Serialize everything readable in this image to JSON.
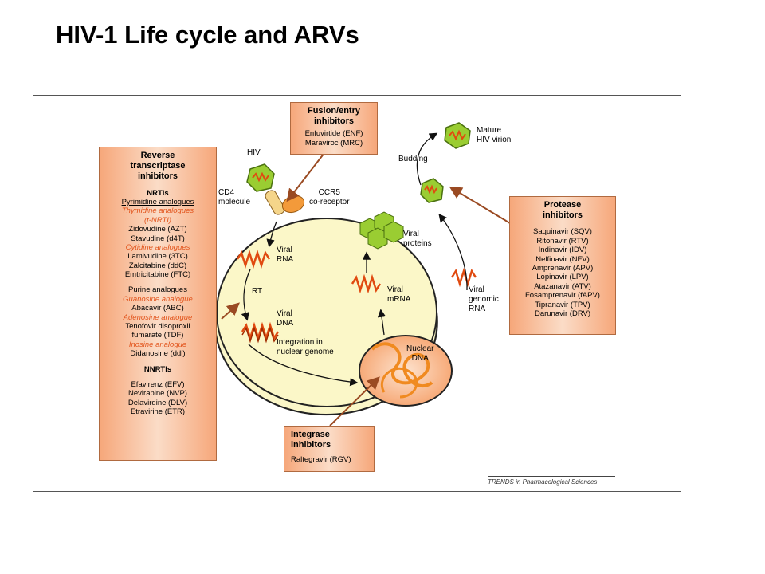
{
  "slide": {
    "title": "HIV-1 Life cycle and ARVs"
  },
  "colors": {
    "box_fill": "#f9c7a5",
    "box_border": "#b06a40",
    "cell_fill": "#fbf7c8",
    "arrow_inhibit": "#9a4a22",
    "drug_class_orange": "#e2541c",
    "virion_green": "#9acd32",
    "rna_orange": "#e04a10"
  },
  "icons": [
    "hiv-virion-icon",
    "cd4-receptor-icon",
    "ccr5-receptor-icon",
    "viral-rna-icon",
    "viral-dna-icon",
    "viral-protein-icon",
    "nucleus-icon",
    "budding-virion-icon",
    "mature-virion-icon"
  ],
  "rti": {
    "title_lines": [
      "Reverse",
      "transcriptase",
      "inhibitors"
    ],
    "nrtis": "NRTIs",
    "pyrimidine": "Pyrimidine analogues",
    "thymidine": "Thymidine analogues",
    "tnrti": "(t-NRTI)",
    "zdv": "Zidovudine (AZT)",
    "d4t": "Stavudine (d4T)",
    "cytidine": "Cytidine analogues",
    "3tc": "Lamivudine (3TC)",
    "ddc": "Zalcitabine (ddC)",
    "ftc": "Emtricitabine (FTC)",
    "purine": "Purine analogues",
    "guanosine": "Guanosine analogue",
    "abc": "Abacavir (ABC)",
    "adenosine": "Adenosine analogue",
    "tdf1": "Tenofovir disoproxil",
    "tdf2": "fumarate (TDF)",
    "inosine": "Inosine analogue",
    "ddi": "Didanosine (ddl)",
    "nnrtis": "NNRTIs",
    "efv": "Efavirenz (EFV)",
    "nvp": "Nevirapine (NVP)",
    "dlv": "Delavirdine (DLV)",
    "etr": "Etravirine (ETR)"
  },
  "fusion": {
    "title_lines": [
      "Fusion/entry",
      "inhibitors"
    ],
    "drugs": [
      "Enfuvirtide (ENF)",
      "Maraviroc (MRC)"
    ]
  },
  "protease": {
    "title_lines": [
      "Protease",
      "inhibitors"
    ],
    "drugs": [
      "Saquinavir (SQV)",
      "Ritonavir (RTV)",
      "Indinavir (IDV)",
      "Nelfinavir (NFV)",
      "Amprenavir (APV)",
      "Lopinavir (LPV)",
      "Atazanavir (ATV)",
      "Fosamprenavir (fAPV)",
      "Tipranavir (TPV)",
      "Darunavir (DRV)"
    ]
  },
  "integrase": {
    "title_lines": [
      "Integrase",
      "inhibitors"
    ],
    "drugs": [
      "Raltegravir (RGV)"
    ]
  },
  "labels": {
    "hiv": "HIV",
    "cd4": [
      "CD4",
      "molecule"
    ],
    "ccr5": [
      "CCR5",
      "co-receptor"
    ],
    "viral_rna": [
      "Viral",
      "RNA"
    ],
    "rt": "RT",
    "viral_dna": [
      "Viral",
      "DNA"
    ],
    "integration": [
      "Integration in",
      "nuclear genome"
    ],
    "nuclear_dna": [
      "Nuclear",
      "DNA"
    ],
    "viral_mrna": [
      "Viral",
      "mRNA"
    ],
    "viral_genomic_rna": [
      "Viral",
      "genomic",
      "RNA"
    ],
    "viral_proteins": [
      "Viral",
      "proteins"
    ],
    "budding": "Budding",
    "mature": [
      "Mature",
      "HIV virion"
    ]
  },
  "credit": "TRENDS in Pharmacological Sciences"
}
